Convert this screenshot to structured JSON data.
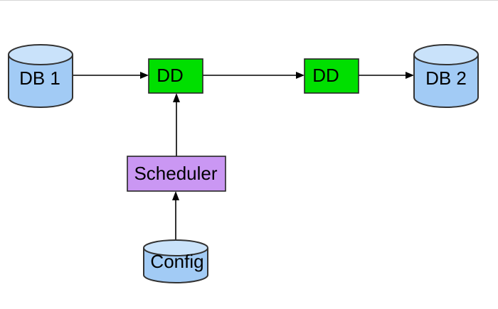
{
  "diagram": {
    "title": "",
    "nodes": {
      "db1": {
        "label": "DB 1",
        "type": "database"
      },
      "dd1": {
        "label": "DD",
        "type": "process"
      },
      "dd2": {
        "label": "DD",
        "type": "process"
      },
      "db2": {
        "label": "DB 2",
        "type": "database"
      },
      "scheduler": {
        "label": "Scheduler",
        "type": "process"
      },
      "config": {
        "label": "Config",
        "type": "database"
      }
    },
    "edges": [
      {
        "from": "DB 1",
        "to": "DD",
        "direction": "right"
      },
      {
        "from": "DD",
        "to": "DD",
        "direction": "right"
      },
      {
        "from": "DD",
        "to": "DB 2",
        "direction": "right"
      },
      {
        "from": "Scheduler",
        "to": "DD",
        "direction": "up"
      },
      {
        "from": "Config",
        "to": "Scheduler",
        "direction": "up"
      }
    ],
    "colors": {
      "database_body": "#a2cbf5",
      "database_top": "#c9e2fa",
      "process_fill": "#00df00",
      "scheduler_fill": "#ca97f3",
      "edge": "#000000"
    }
  }
}
